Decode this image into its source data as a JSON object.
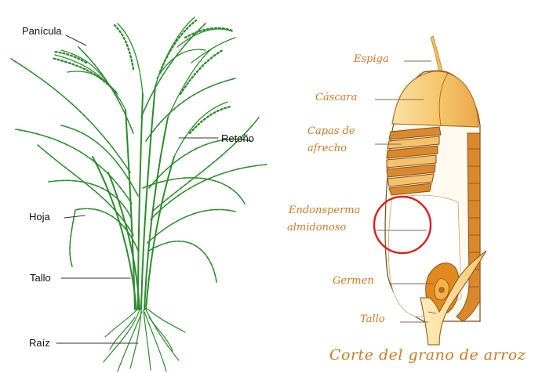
{
  "plant": {
    "labels": {
      "panicula": "Panícula",
      "retono": "Retoño",
      "hoja": "Hoja",
      "tallo": "Tallo",
      "raiz": "Raíz"
    },
    "color": "#2e8b2e"
  },
  "grain": {
    "labels": {
      "espiga": "Espiga",
      "cascara": "Cáscara",
      "capas_line1": "Capas de",
      "capas_line2": "afrecho",
      "endosperma_line1": "Endonsperma",
      "endosperma_line2": "almidonoso",
      "germen": "Germen",
      "tallo": "Tallo"
    },
    "caption": "Corte del grano de arroz",
    "colors": {
      "label": "#cc7a24",
      "husk": "#f3c26a",
      "bran": "#d9892c",
      "germ": "#e08a1e",
      "highlight": "#d81e1e"
    }
  }
}
